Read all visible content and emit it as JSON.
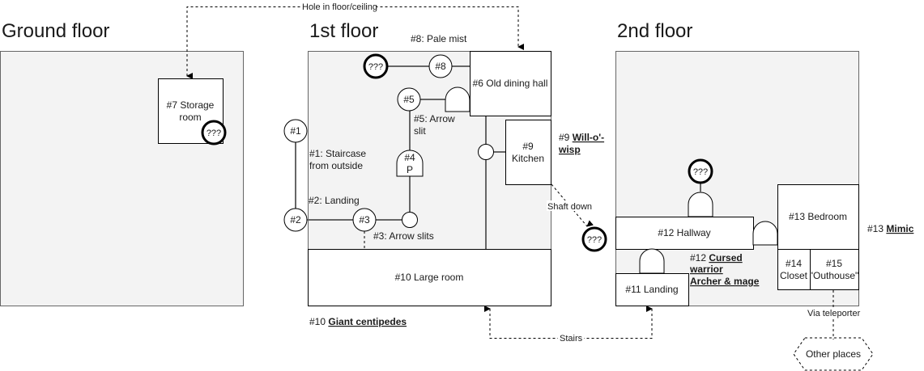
{
  "floors": {
    "ground": {
      "title": "Ground floor"
    },
    "first": {
      "title": "1st floor"
    },
    "second": {
      "title": "2nd floor"
    }
  },
  "rooms": {
    "r7": {
      "line1": "#7 Storage",
      "line2": "room"
    },
    "r6": {
      "label": "#6 Old dining hall"
    },
    "r9": {
      "line1": "#9",
      "line2": "Kitchen"
    },
    "r10": {
      "label": "#10 Large room"
    },
    "r11": {
      "label": "#11 Landing"
    },
    "r12": {
      "label": "#12 Hallway"
    },
    "r13": {
      "label": "#13 Bedroom"
    },
    "r14": {
      "line1": "#14",
      "line2": "Closet"
    },
    "r15": {
      "line1": "#15",
      "line2": "\"Outhouse\""
    }
  },
  "nodes": {
    "n1": "#1",
    "n2": "#2",
    "n3": "#3",
    "n4_top": "#4",
    "n4_bottom": "P",
    "n5": "#5",
    "n8": "#8",
    "unknown": "???"
  },
  "annotations": {
    "a1_line1": "#1: Staircase",
    "a1_line2": "from outside",
    "a2": "#2: Landing",
    "a3": "#3: Arrow slits",
    "a5_line1": "#5: Arrow",
    "a5_line2": "slit",
    "a8": "#8: Pale mist",
    "a9_prefix": "#9 ",
    "a9_link1": "Will-o'-",
    "a9_link2": "wisp",
    "a10_prefix": "#10 ",
    "a10_link": "Giant centipedes",
    "a12_prefix": "#12 ",
    "a12_link1": "Cursed",
    "a12_link2": "warrior",
    "a12_link3": "Archer & mage",
    "a13_prefix": "#13 ",
    "a13_link": "Mimic"
  },
  "connections": {
    "hole": "Hole in floor/ceiling",
    "shaft": "Shaft down",
    "stairs": "Stairs",
    "teleporter": "Via teleporter",
    "other_places": "Other places"
  }
}
